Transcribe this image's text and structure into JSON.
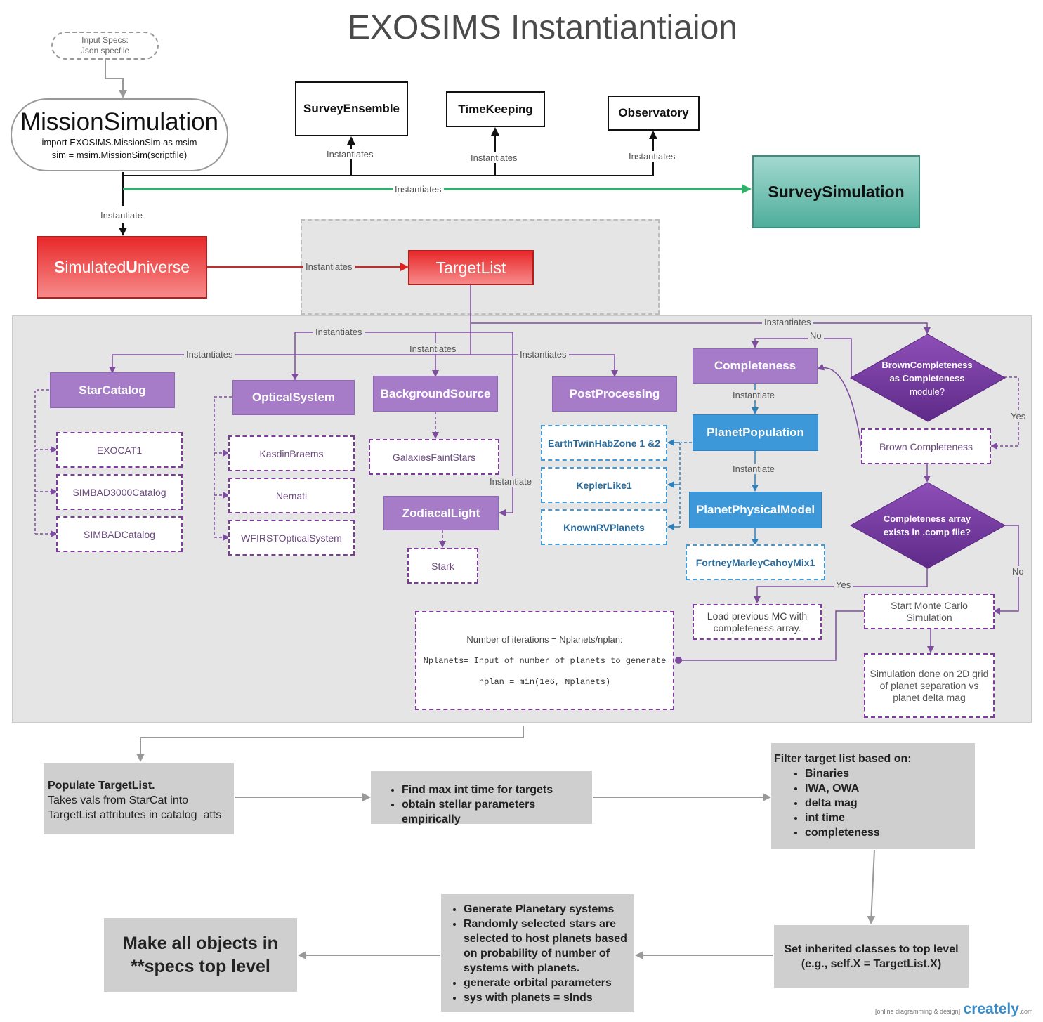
{
  "title": "EXOSIMS Instantiantiaion",
  "input_specs": {
    "line1": "Input Specs:",
    "line2": "Json specfile"
  },
  "mission_sim": {
    "title": "MissionSimulation",
    "line1": "import EXOSIMS.MissionSim as msim",
    "line2": "sim = msim.MissionSim(scriptfile)"
  },
  "top_modules": {
    "survey_ensemble": "SurveyEnsemble",
    "time_keeping": "TimeKeeping",
    "observatory": "Observatory",
    "survey_simulation": "SurveySimulation"
  },
  "simulated_universe": {
    "s": "S",
    "imulated": "imulated",
    "u": "U",
    "niverse": "niverse"
  },
  "target_list": "TargetList",
  "labels": {
    "instantiates": "Instantiates",
    "instantiate": "Instantiate",
    "yes": "Yes",
    "no": "No"
  },
  "modules": {
    "star_catalog": "StarCatalog",
    "optical_system": "OpticalSystem",
    "background_source": "BackgroundSource",
    "post_processing": "PostProcessing",
    "completeness": "Completeness",
    "zodiacal_light": "ZodiacalLight",
    "planet_population": "PlanetPopulation",
    "planet_physical_model": "PlanetPhysicalModel"
  },
  "implementations": {
    "exocat": "EXOCAT1",
    "simbad3000": "SIMBAD3000Catalog",
    "simbad": "SIMBADCatalog",
    "kasdin": "KasdinBraems",
    "nemati": "Nemati",
    "wfirst": "WFIRSTOpticalSystem",
    "galaxies": "GalaxiesFaintStars",
    "stark": "Stark",
    "earthtwin": "EarthTwinHabZone 1 &2",
    "keplerlike": "KeplerLike1",
    "knownrv": "KnownRVPlanets",
    "fortney": "FortneyMarleyCahoyMix1",
    "brown": "Brown Completeness"
  },
  "decisions": {
    "brown_q": [
      "BrownCompleteness",
      "as Completeness",
      "module?"
    ],
    "array_q": [
      "Completeness array",
      "exists in .comp file?"
    ]
  },
  "completeness_flow": {
    "load_previous": [
      "Load previous MC with",
      "completeness array."
    ],
    "monte_carlo": [
      "Start Monte Carlo",
      "Simulation"
    ],
    "grid": [
      "Simulation done on 2D grid",
      "of planet separation vs",
      "planet delta mag"
    ]
  },
  "iterations_note": {
    "line1": "Number of iterations = Nplanets/nplan:",
    "line2": "Nplanets= Input of number of planets to generate",
    "line3": "nplan = min(1e6, Nplanets)"
  },
  "process": {
    "populate": {
      "bold": "Populate TargetList.",
      "line2": "Takes vals from StarCat into",
      "line3": "TargetList attributes in catalog_atts"
    },
    "find_max": [
      "Find max int time for targets",
      "obtain stellar parameters empirically"
    ],
    "filter": {
      "heading": "Filter target list based on:",
      "items": [
        "Binaries",
        "IWA, OWA",
        "delta mag",
        "int time",
        "completeness"
      ]
    },
    "set_inherited": [
      "Set inherited classes to top level",
      "(e.g., self.X = TargetList.X)"
    ],
    "generate": [
      "Generate Planetary systems",
      "Randomly selected stars are",
      "selected to host planets based",
      "on probability of number of",
      "systems with planets.",
      "generate  orbital parameters",
      "sys with planets = sInds"
    ],
    "make_all": [
      "Make all objects in",
      "**specs top level"
    ]
  },
  "footer": {
    "tag": "[online diagramming & design]",
    "brand_a": "creately",
    "brand_b": ".com"
  },
  "colors": {
    "purple": "#a67cc8",
    "purple_dark": "#7e3c9c",
    "blue": "#3c98d8",
    "red": "#e8292a",
    "teal": "#5fb8a8",
    "green": "#2fb36a",
    "gray_panel": "#e5e5e5"
  }
}
